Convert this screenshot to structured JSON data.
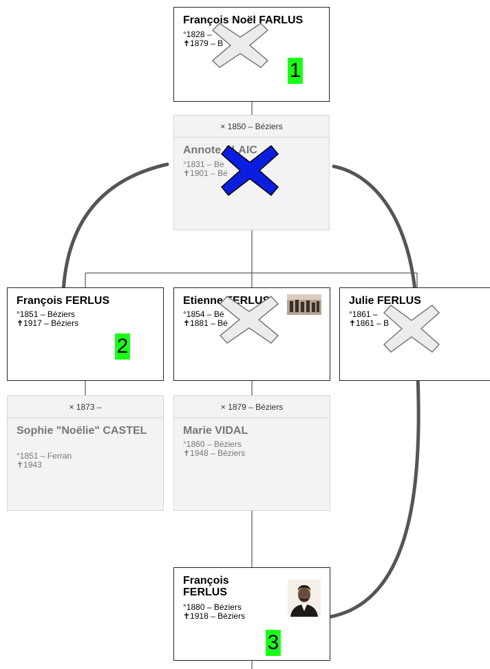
{
  "people": {
    "p1": {
      "name": "François Noël FARLUS",
      "birth": "°1828 – ",
      "death": "✝1879 – B"
    },
    "s1": {
      "name": "Annote ALAIC",
      "birth": "°1831 – Be",
      "death": "✝1901 – Bé"
    },
    "c1": {
      "name": "François FERLUS",
      "birth": "°1851 – Béziers",
      "death": "✝1917 – Béziers"
    },
    "c2": {
      "name": "Etienne FERLUS",
      "birth": "°1854 – Bé",
      "death": "✝1881 – Bé"
    },
    "c3": {
      "name": "Julie FERLUS",
      "birth": "°1861 – ",
      "death": "✝1861 – B"
    },
    "s2": {
      "name": "Sophie \"Noëlie\" CASTEL",
      "birth": "°1851 – Ferran",
      "death": "✝1943"
    },
    "s3": {
      "name": "Marie VIDAL",
      "birth": "°1860 – Béziers",
      "death": "✝1948 – Béziers"
    },
    "g1": {
      "name": "François FERLUS",
      "birth": "°1880 – Béziers",
      "death": "✝1918 – Béziers"
    }
  },
  "marriages": {
    "m1": "× 1850 – Béziers",
    "m2": "× 1873 –",
    "m3": "× 1879 – Béziers"
  },
  "markers": {
    "one": "1",
    "two": "2",
    "three": "3"
  },
  "colors": {
    "marker_bg": "#19ff19",
    "cross_grey": "#ececec",
    "cross_blue": "#0b1ee0",
    "arc": "#555555"
  },
  "icons": [
    "cross-mark-icon",
    "photo-thumbnail"
  ]
}
